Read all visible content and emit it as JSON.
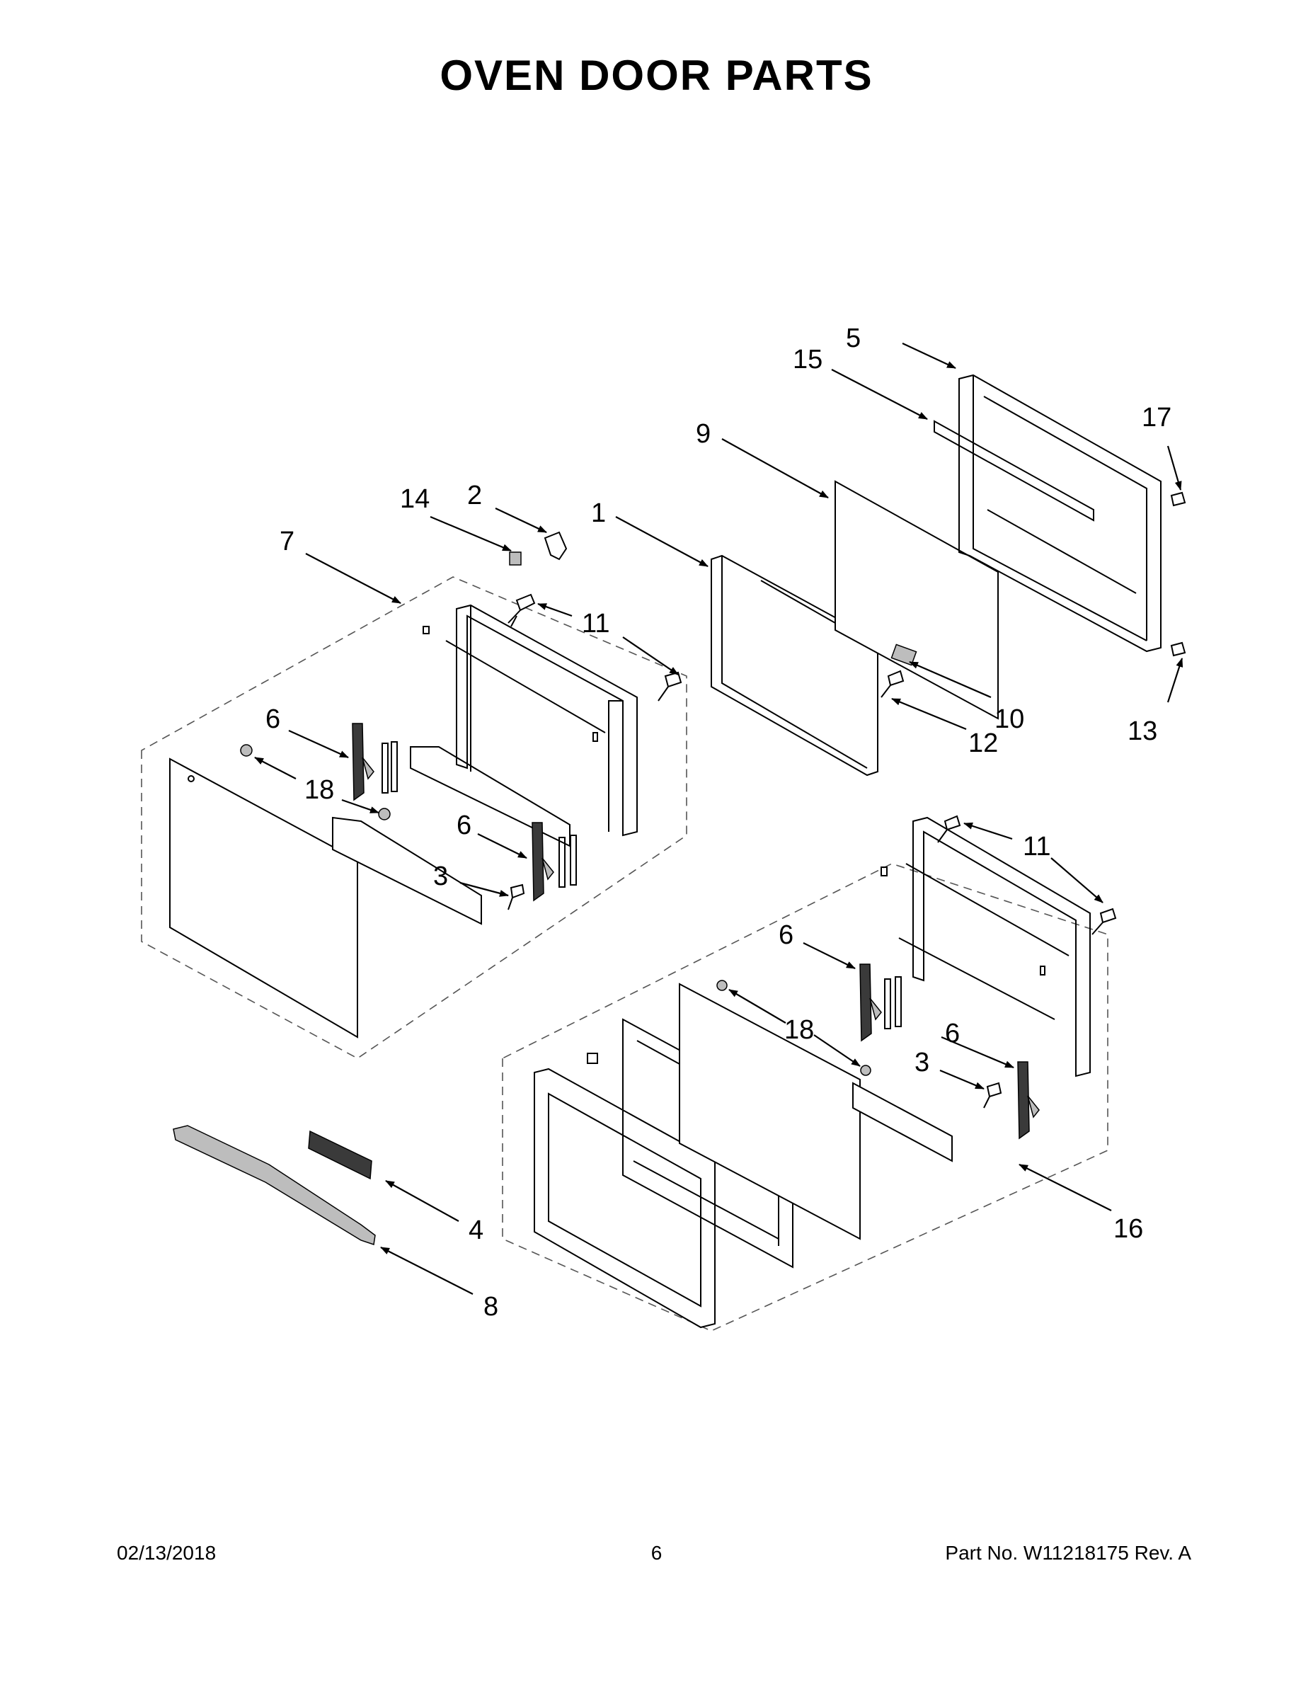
{
  "title": "OVEN DOOR PARTS",
  "footer": {
    "date": "02/13/2018",
    "page": "6",
    "part_number": "Part No.  W11218175  Rev.  A"
  },
  "callouts": [
    "1",
    "2",
    "3",
    "3",
    "4",
    "5",
    "6",
    "6",
    "6",
    "6",
    "7",
    "8",
    "9",
    "10",
    "11",
    "11",
    "12",
    "13",
    "14",
    "15",
    "16",
    "17",
    "18",
    "18"
  ]
}
